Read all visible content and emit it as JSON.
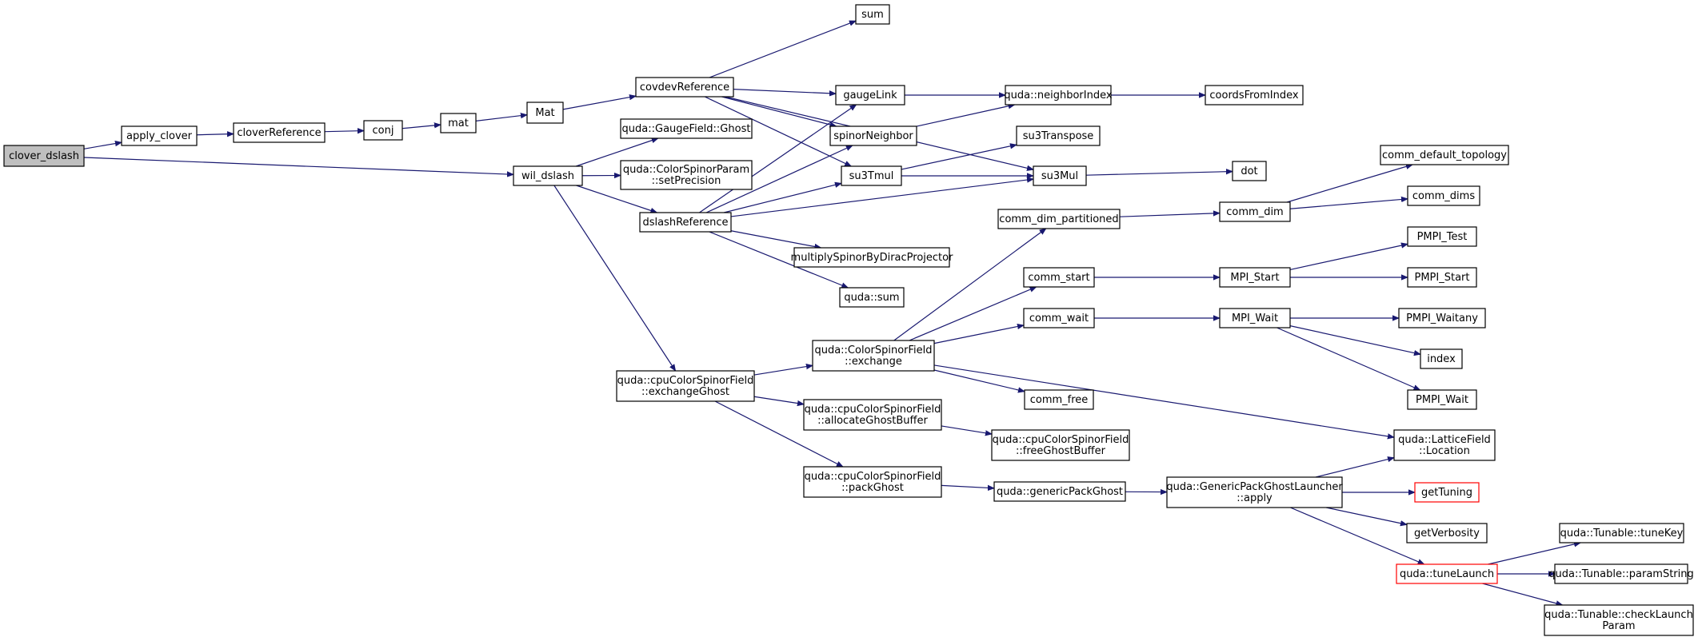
{
  "colors": {
    "edge": "#191970",
    "node_border": "#000000",
    "node_fill": "#ffffff",
    "root_fill": "#bfbfbf",
    "truncated_border": "#ff0000"
  },
  "nodes": [
    {
      "id": "clover_dslash",
      "lines": [
        "clover_dslash"
      ],
      "style": "root"
    },
    {
      "id": "apply_clover",
      "lines": [
        "apply_clover"
      ]
    },
    {
      "id": "cloverReference",
      "lines": [
        "cloverReference"
      ]
    },
    {
      "id": "conj",
      "lines": [
        "conj"
      ]
    },
    {
      "id": "mat",
      "lines": [
        "mat"
      ]
    },
    {
      "id": "Mat",
      "lines": [
        "Mat"
      ]
    },
    {
      "id": "covdevReference",
      "lines": [
        "covdevReference"
      ]
    },
    {
      "id": "sum",
      "lines": [
        "sum"
      ]
    },
    {
      "id": "gaugeLink",
      "lines": [
        "gaugeLink"
      ]
    },
    {
      "id": "neighborIndex",
      "lines": [
        "quda::neighborIndex"
      ]
    },
    {
      "id": "coordsFromIndex",
      "lines": [
        "coordsFromIndex"
      ]
    },
    {
      "id": "spinorNeighbor",
      "lines": [
        "spinorNeighbor"
      ]
    },
    {
      "id": "su3Transpose",
      "lines": [
        "su3Transpose"
      ]
    },
    {
      "id": "su3Tmul",
      "lines": [
        "su3Tmul"
      ]
    },
    {
      "id": "su3Mul",
      "lines": [
        "su3Mul"
      ]
    },
    {
      "id": "dot",
      "lines": [
        "dot"
      ]
    },
    {
      "id": "wil_dslash",
      "lines": [
        "wil_dslash"
      ]
    },
    {
      "id": "GaugeFieldGhost",
      "lines": [
        "quda::GaugeField::Ghost"
      ]
    },
    {
      "id": "setPrecision",
      "lines": [
        "quda::ColorSpinorParam",
        "::setPrecision"
      ]
    },
    {
      "id": "dslashReference",
      "lines": [
        "dslashReference"
      ]
    },
    {
      "id": "multiplySpinor",
      "lines": [
        "multiplySpinorByDiracProjector"
      ]
    },
    {
      "id": "qudaSum",
      "lines": [
        "quda::sum"
      ]
    },
    {
      "id": "comm_dim_partitioned",
      "lines": [
        "comm_dim_partitioned"
      ]
    },
    {
      "id": "comm_dim",
      "lines": [
        "comm_dim"
      ]
    },
    {
      "id": "comm_default_topology",
      "lines": [
        "comm_default_topology"
      ]
    },
    {
      "id": "comm_dims",
      "lines": [
        "comm_dims"
      ]
    },
    {
      "id": "comm_start",
      "lines": [
        "comm_start"
      ]
    },
    {
      "id": "MPI_Start",
      "lines": [
        "MPI_Start"
      ]
    },
    {
      "id": "PMPI_Test",
      "lines": [
        "PMPI_Test"
      ]
    },
    {
      "id": "PMPI_Start",
      "lines": [
        "PMPI_Start"
      ]
    },
    {
      "id": "comm_wait",
      "lines": [
        "comm_wait"
      ]
    },
    {
      "id": "MPI_Wait",
      "lines": [
        "MPI_Wait"
      ]
    },
    {
      "id": "PMPI_Waitany",
      "lines": [
        "PMPI_Waitany"
      ]
    },
    {
      "id": "index",
      "lines": [
        "index"
      ]
    },
    {
      "id": "PMPI_Wait",
      "lines": [
        "PMPI_Wait"
      ]
    },
    {
      "id": "exchange",
      "lines": [
        "quda::ColorSpinorField",
        "::exchange"
      ]
    },
    {
      "id": "comm_free",
      "lines": [
        "comm_free"
      ]
    },
    {
      "id": "exchangeGhost",
      "lines": [
        "quda::cpuColorSpinorField",
        "::exchangeGhost"
      ]
    },
    {
      "id": "allocateGhostBuffer",
      "lines": [
        "quda::cpuColorSpinorField",
        "::allocateGhostBuffer"
      ]
    },
    {
      "id": "freeGhostBuffer",
      "lines": [
        "quda::cpuColorSpinorField",
        "::freeGhostBuffer"
      ]
    },
    {
      "id": "LatticeFieldLocation",
      "lines": [
        "quda::LatticeField",
        "::Location"
      ]
    },
    {
      "id": "packGhost",
      "lines": [
        "quda::cpuColorSpinorField",
        "::packGhost"
      ]
    },
    {
      "id": "genericPackGhost",
      "lines": [
        "quda::genericPackGhost"
      ]
    },
    {
      "id": "GenericPackGhostLauncher",
      "lines": [
        "quda::GenericPackGhostLauncher",
        "::apply"
      ]
    },
    {
      "id": "getTuning",
      "lines": [
        "getTuning"
      ],
      "style": "truncated"
    },
    {
      "id": "getVerbosity",
      "lines": [
        "getVerbosity"
      ]
    },
    {
      "id": "tuneLaunch",
      "lines": [
        "quda::tuneLaunch"
      ],
      "style": "truncated"
    },
    {
      "id": "tuneKey",
      "lines": [
        "quda::Tunable::tuneKey"
      ]
    },
    {
      "id": "paramString",
      "lines": [
        "quda::Tunable::paramString"
      ]
    },
    {
      "id": "checkLaunchParam",
      "lines": [
        "quda::Tunable::checkLaunch",
        "Param"
      ]
    }
  ],
  "edges": [
    [
      "clover_dslash",
      "apply_clover"
    ],
    [
      "clover_dslash",
      "wil_dslash"
    ],
    [
      "apply_clover",
      "cloverReference"
    ],
    [
      "cloverReference",
      "conj"
    ],
    [
      "conj",
      "mat"
    ],
    [
      "mat",
      "Mat"
    ],
    [
      "Mat",
      "covdevReference"
    ],
    [
      "covdevReference",
      "sum"
    ],
    [
      "covdevReference",
      "gaugeLink"
    ],
    [
      "covdevReference",
      "spinorNeighbor"
    ],
    [
      "covdevReference",
      "su3Tmul"
    ],
    [
      "covdevReference",
      "su3Mul"
    ],
    [
      "gaugeLink",
      "neighborIndex"
    ],
    [
      "neighborIndex",
      "coordsFromIndex"
    ],
    [
      "spinorNeighbor",
      "neighborIndex"
    ],
    [
      "su3Tmul",
      "su3Transpose"
    ],
    [
      "su3Tmul",
      "su3Mul"
    ],
    [
      "su3Mul",
      "dot"
    ],
    [
      "wil_dslash",
      "GaugeFieldGhost"
    ],
    [
      "wil_dslash",
      "setPrecision"
    ],
    [
      "wil_dslash",
      "dslashReference"
    ],
    [
      "wil_dslash",
      "exchangeGhost"
    ],
    [
      "dslashReference",
      "gaugeLink"
    ],
    [
      "dslashReference",
      "spinorNeighbor"
    ],
    [
      "dslashReference",
      "su3Tmul"
    ],
    [
      "dslashReference",
      "su3Mul"
    ],
    [
      "dslashReference",
      "multiplySpinor"
    ],
    [
      "dslashReference",
      "qudaSum"
    ],
    [
      "exchangeGhost",
      "exchange"
    ],
    [
      "exchangeGhost",
      "allocateGhostBuffer"
    ],
    [
      "exchangeGhost",
      "packGhost"
    ],
    [
      "exchange",
      "comm_dim_partitioned"
    ],
    [
      "exchange",
      "comm_start"
    ],
    [
      "exchange",
      "comm_wait"
    ],
    [
      "exchange",
      "comm_free"
    ],
    [
      "exchange",
      "LatticeFieldLocation"
    ],
    [
      "comm_dim_partitioned",
      "comm_dim"
    ],
    [
      "comm_dim",
      "comm_default_topology"
    ],
    [
      "comm_dim",
      "comm_dims"
    ],
    [
      "comm_start",
      "MPI_Start"
    ],
    [
      "MPI_Start",
      "PMPI_Test"
    ],
    [
      "MPI_Start",
      "PMPI_Start"
    ],
    [
      "comm_wait",
      "MPI_Wait"
    ],
    [
      "MPI_Wait",
      "PMPI_Waitany"
    ],
    [
      "MPI_Wait",
      "index"
    ],
    [
      "MPI_Wait",
      "PMPI_Wait"
    ],
    [
      "allocateGhostBuffer",
      "freeGhostBuffer"
    ],
    [
      "packGhost",
      "genericPackGhost"
    ],
    [
      "genericPackGhost",
      "GenericPackGhostLauncher"
    ],
    [
      "GenericPackGhostLauncher",
      "LatticeFieldLocation"
    ],
    [
      "GenericPackGhostLauncher",
      "getTuning"
    ],
    [
      "GenericPackGhostLauncher",
      "getVerbosity"
    ],
    [
      "GenericPackGhostLauncher",
      "tuneLaunch"
    ],
    [
      "tuneLaunch",
      "tuneKey"
    ],
    [
      "tuneLaunch",
      "paramString"
    ],
    [
      "tuneLaunch",
      "checkLaunchParam"
    ]
  ]
}
